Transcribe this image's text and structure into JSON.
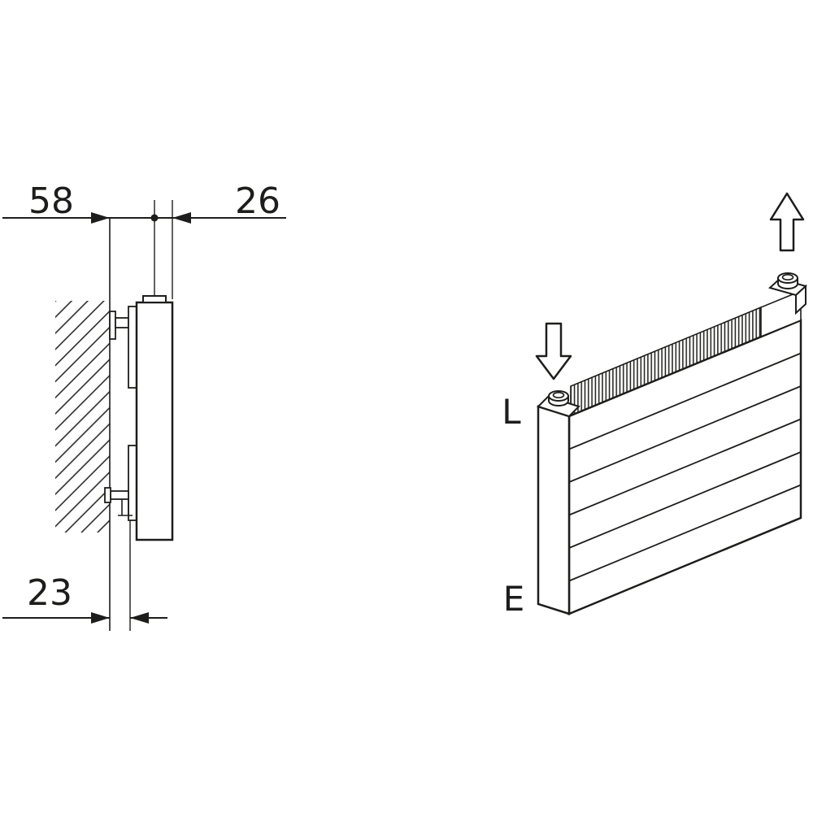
{
  "colors": {
    "line": "#1d1d1b",
    "background": "#ffffff"
  },
  "side_view": {
    "dim_wall_to_center": "58",
    "dim_center_to_front": "26",
    "dim_bracket_depth": "23"
  },
  "iso_view": {
    "label_top_left": "L",
    "label_bottom_left": "E",
    "icons": {
      "inlet": "arrow-down-icon",
      "outlet": "arrow-up-icon"
    }
  }
}
